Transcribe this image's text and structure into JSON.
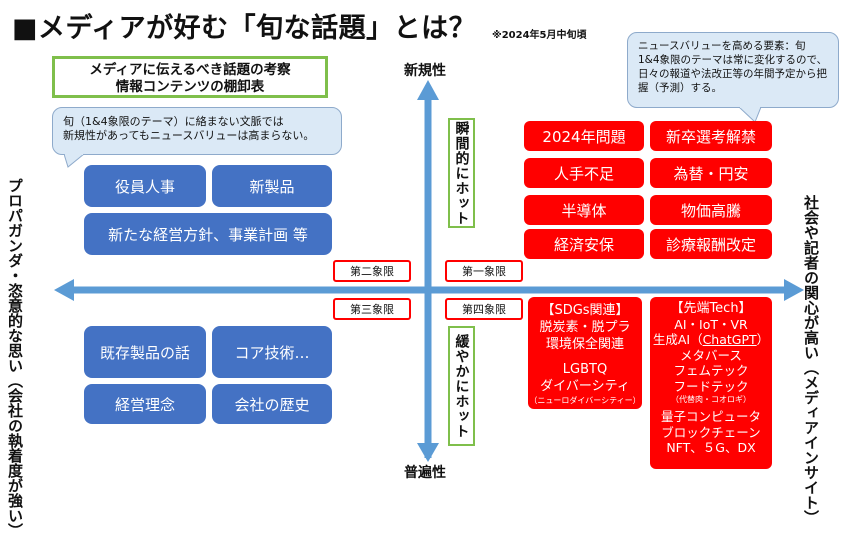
{
  "title": "■メディアが好む「旬な話題」とは？",
  "date_note": "※2024年5月中旬頃",
  "box_title": {
    "line1": "メディアに伝えるべき話題の考察",
    "line2": "情報コンテンツの棚卸表"
  },
  "note_left": {
    "line1": "旬（1&4象限のテーマ）に絡まない文脈では",
    "line2": "新規性があってもニュースバリューは高まらない。"
  },
  "note_right": {
    "line1": "ニュースバリューを高める要素：旬",
    "line2": "1&4象限のテーマは常に変化するので、",
    "line3": "日々の報道や法改正等の年間予定から把",
    "line4": "握（予測）する。"
  },
  "axes": {
    "top": "新規性",
    "bottom": "普遍性",
    "left_line1": "プロパガンダ・恣意的な思い",
    "left_line2": "（会社の執着度が強い）",
    "right_line1": "社会や記者の関心が高い",
    "right_line2": "（メディアインサイト）"
  },
  "vertical_labels": {
    "upper": "瞬間的にホット",
    "lower": "緩やかにホット"
  },
  "quadrants": {
    "q1": "第一象限",
    "q2": "第二象限",
    "q3": "第三象限",
    "q4": "第四象限"
  },
  "q2_items": [
    "役員人事",
    "新製品",
    "新たな経営方針、事業計画 等"
  ],
  "q3_items": [
    "既存製品の話",
    "コア技術…",
    "経営理念",
    "会社の歴史"
  ],
  "q1_items": [
    "2024年問題",
    "新卒選考解禁",
    "人手不足",
    "為替・円安",
    "半導体",
    "物価高騰",
    "経済安保",
    "診療報酬改定"
  ],
  "q4_left": {
    "heading": "【SDGs関連】",
    "line1": "脱炭素・脱プラ",
    "line2": "環境保全関連",
    "line3": "LGBTQ",
    "line4": "ダイバーシティ",
    "small": "（ニューロダイバーシティー）"
  },
  "q4_right": {
    "heading": "【先端Tech】",
    "line1": "AI・IoT・VR",
    "line2a": "生成AI（",
    "line2b": "ChatGPT",
    "line2c": "）",
    "line3": "メタバース",
    "line4": "フェムテック",
    "line5": "フードテック",
    "small": "（代替肉・コオロギ）",
    "line6": "量子コンピュータ",
    "line7": "ブロックチェーン",
    "line8": "NFT、５G、DX"
  },
  "colors": {
    "blue": "#4472c4",
    "red": "#ff0000",
    "green": "#7fbf4b",
    "axis": "#5b9bd5",
    "callout": "#dbe9f6"
  }
}
